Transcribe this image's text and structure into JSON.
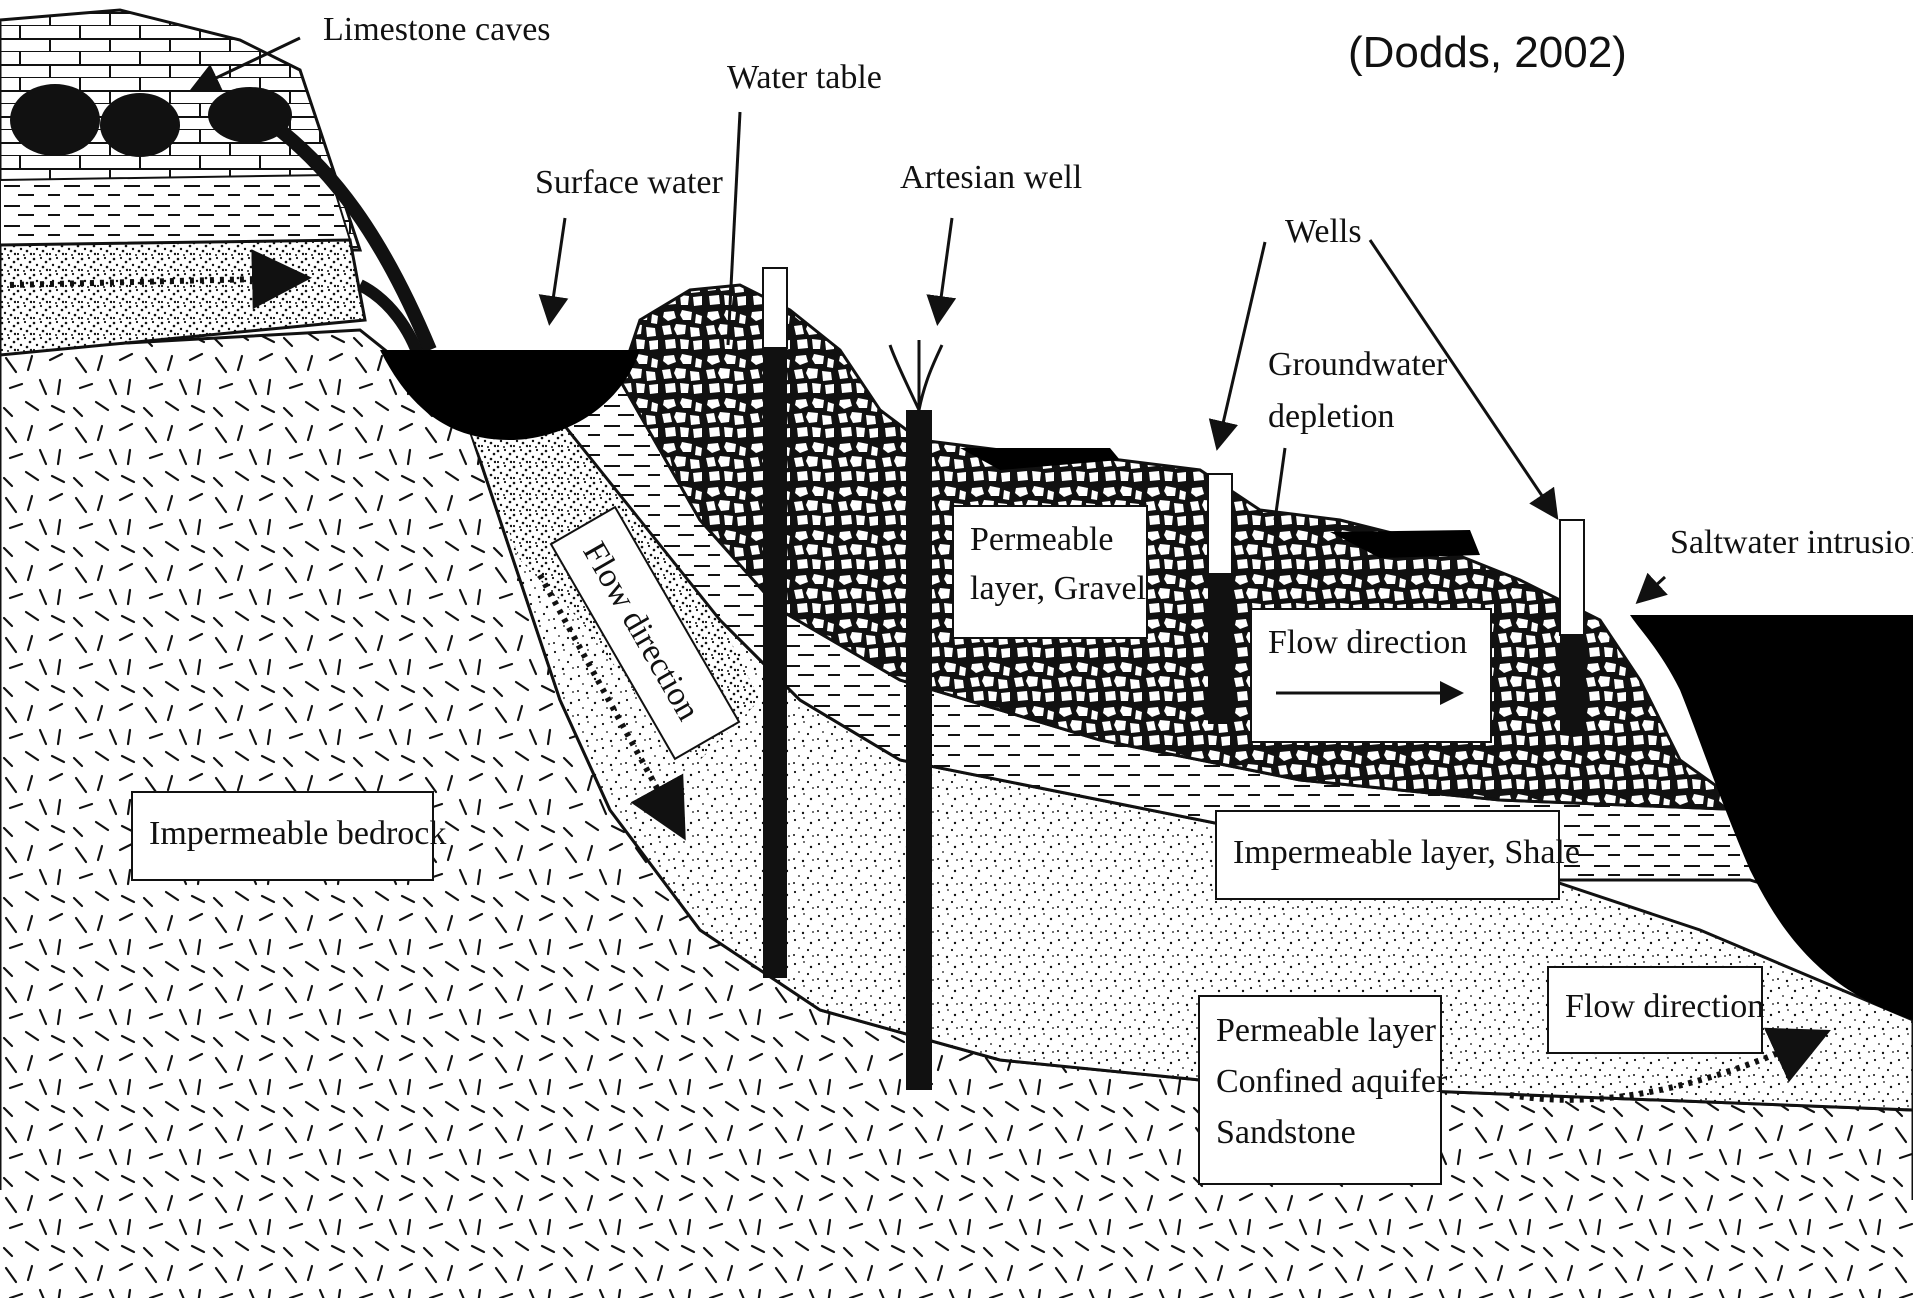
{
  "citation": "(Dodds, 2002)",
  "labels": {
    "limestone_caves": "Limestone caves",
    "water_table": "Water table",
    "surface_water": "Surface water",
    "artesian_well": "Artesian well",
    "wells": "Wells",
    "groundwater_depletion": [
      "Groundwater",
      "depletion"
    ],
    "saltwater_intrusion": "Saltwater intrusion",
    "flow_direction_slope": "Flow direction"
  },
  "boxes": {
    "permeable_gravel": [
      "Permeable",
      "layer, Gravel"
    ],
    "flow_direction_gravel": "Flow direction",
    "impermeable_bedrock": "Impermeable bedrock",
    "impermeable_shale": "Impermeable layer, Shale",
    "confined_aquifer": [
      "Permeable layer",
      "Confined aquifer",
      "Sandstone"
    ],
    "flow_direction_sandstone": "Flow direction"
  },
  "colors": {
    "ink": "#111111",
    "paper": "#ffffff",
    "water": "#000000"
  }
}
